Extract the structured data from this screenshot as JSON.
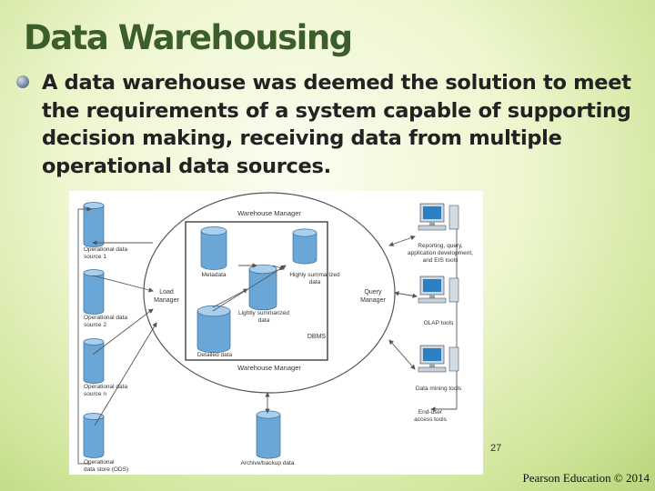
{
  "slide": {
    "title": "Data Warehousing",
    "bullet": "A data warehouse was deemed the solution to meet the requirements of a system capable of supporting decision making, receiving data from multiple operational data sources.",
    "page_number": "27",
    "footer": "Pearson Education © 2014"
  },
  "diagram": {
    "warehouse_manager_top": "Warehouse Manager",
    "warehouse_manager_bottom": "Warehouse Manager",
    "load_manager": [
      "Load",
      "Manager"
    ],
    "query_manager": [
      "Query",
      "Manager"
    ],
    "dbms": "DBMS",
    "metadata": "Metadata",
    "highly_summarized": [
      "Highly summarized",
      "data"
    ],
    "lightly_summarized": [
      "Lightly summarized",
      "data"
    ],
    "detailed_data": "Detailed data",
    "archive": "Archive/backup data",
    "sources": [
      [
        "Operational data",
        "source 1"
      ],
      [
        "Operational data",
        "source 2"
      ],
      [
        "Operational data",
        "source n"
      ],
      [
        "Operational",
        "data store (ODS)"
      ]
    ],
    "tools": [
      [
        "Reporting, query,",
        "application development,",
        "and EIS tools"
      ],
      [
        "OLAP tools"
      ],
      [
        "Data mining tools"
      ],
      [
        "End-user",
        "access tools"
      ]
    ],
    "colors": {
      "cylinder": "#6aa6d6",
      "cylinder_top": "#a9cfee",
      "line": "#555555"
    }
  }
}
